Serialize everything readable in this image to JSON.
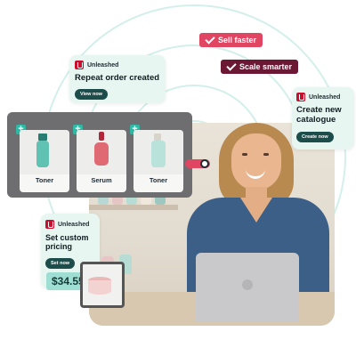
{
  "colors": {
    "accent_teal": "#2fb8a3",
    "card_bg": "#e8f6f2",
    "button_bg": "#1c4d4b",
    "tag_pink": "#e04562",
    "tag_maroon": "#6b1834",
    "brand_red": "#c8102e",
    "price_bg": "#9fded2"
  },
  "tags": {
    "sell_faster": "Sell faster",
    "scale_smarter": "Scale smarter"
  },
  "repeat_card": {
    "brand": "Unleashed",
    "title": "Repeat order created",
    "button": "View now"
  },
  "catalogue_card": {
    "brand": "Unleashed",
    "title": "Create new catalogue",
    "button": "Create now"
  },
  "pricing_card": {
    "brand": "Unleashed",
    "title": "Set custom pricing",
    "button": "Set now",
    "price": "$34.55"
  },
  "products": [
    {
      "label": "Toner",
      "icon": "plus-icon"
    },
    {
      "label": "Serum",
      "icon": "plus-icon"
    },
    {
      "label": "Toner",
      "icon": "plus-icon"
    }
  ]
}
